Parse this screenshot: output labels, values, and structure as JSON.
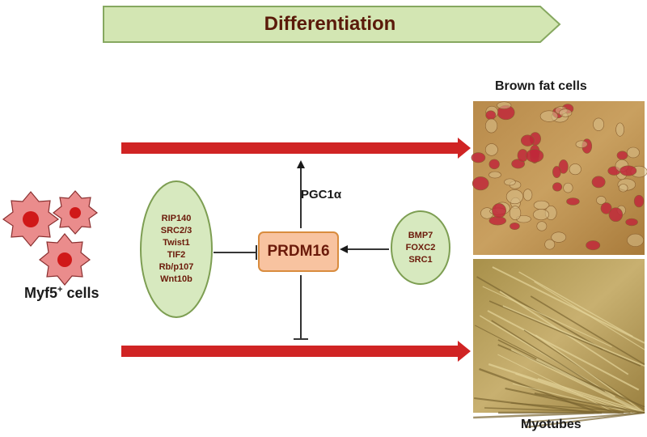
{
  "banner": {
    "title": "Differentiation"
  },
  "left_cells": {
    "label_main": "Myf5",
    "label_sup": "+",
    "label_rest": " cells"
  },
  "inhibitors": {
    "items": [
      "RIP140",
      "SRC2/3",
      "Twist1",
      "TIF2",
      "Rb/p107",
      "Wnt10b"
    ]
  },
  "activators": {
    "items": [
      "BMP7",
      "FOXC2",
      "SRC1"
    ]
  },
  "center": {
    "label": "PRDM16",
    "coactivator_label": "PGC1α"
  },
  "outputs": {
    "top_label": "Brown fat cells",
    "bottom_label": "Myotubes"
  },
  "colors": {
    "banner_fill": "#d3e6b3",
    "banner_stroke": "#86a860",
    "oval_fill": "#d7e9bf",
    "oval_stroke": "#7d9e52",
    "prdm_fill": "#f8c3a0",
    "prdm_stroke": "#d98c3e",
    "arrow_red": "#d02424",
    "cell_fill": "#e88a8a",
    "nucleus": "#d01818"
  }
}
